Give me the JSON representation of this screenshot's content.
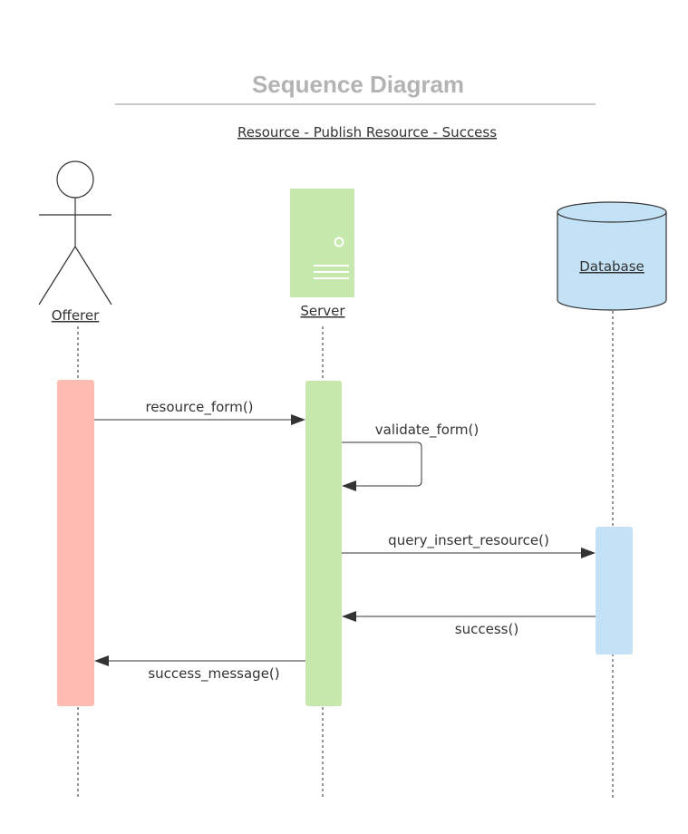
{
  "diagram": {
    "title": "Sequence Diagram",
    "subtitle": "Resource - Publish Resource - Success",
    "participants": {
      "offerer": {
        "label": "Offerer",
        "type": "actor",
        "activation_color": "#ffbcb0"
      },
      "server": {
        "label": "Server",
        "type": "server",
        "color": "#c7e8ac"
      },
      "database": {
        "label": "Database",
        "type": "database",
        "color": "#c3e2f5"
      }
    },
    "messages": [
      {
        "from": "Offerer",
        "to": "Server",
        "label": "resource_form()"
      },
      {
        "from": "Server",
        "to": "Server",
        "label": "validate_form()"
      },
      {
        "from": "Server",
        "to": "Database",
        "label": "query_insert_resource()"
      },
      {
        "from": "Database",
        "to": "Server",
        "label": "success()"
      },
      {
        "from": "Server",
        "to": "Offerer",
        "label": "success_message()"
      }
    ]
  }
}
